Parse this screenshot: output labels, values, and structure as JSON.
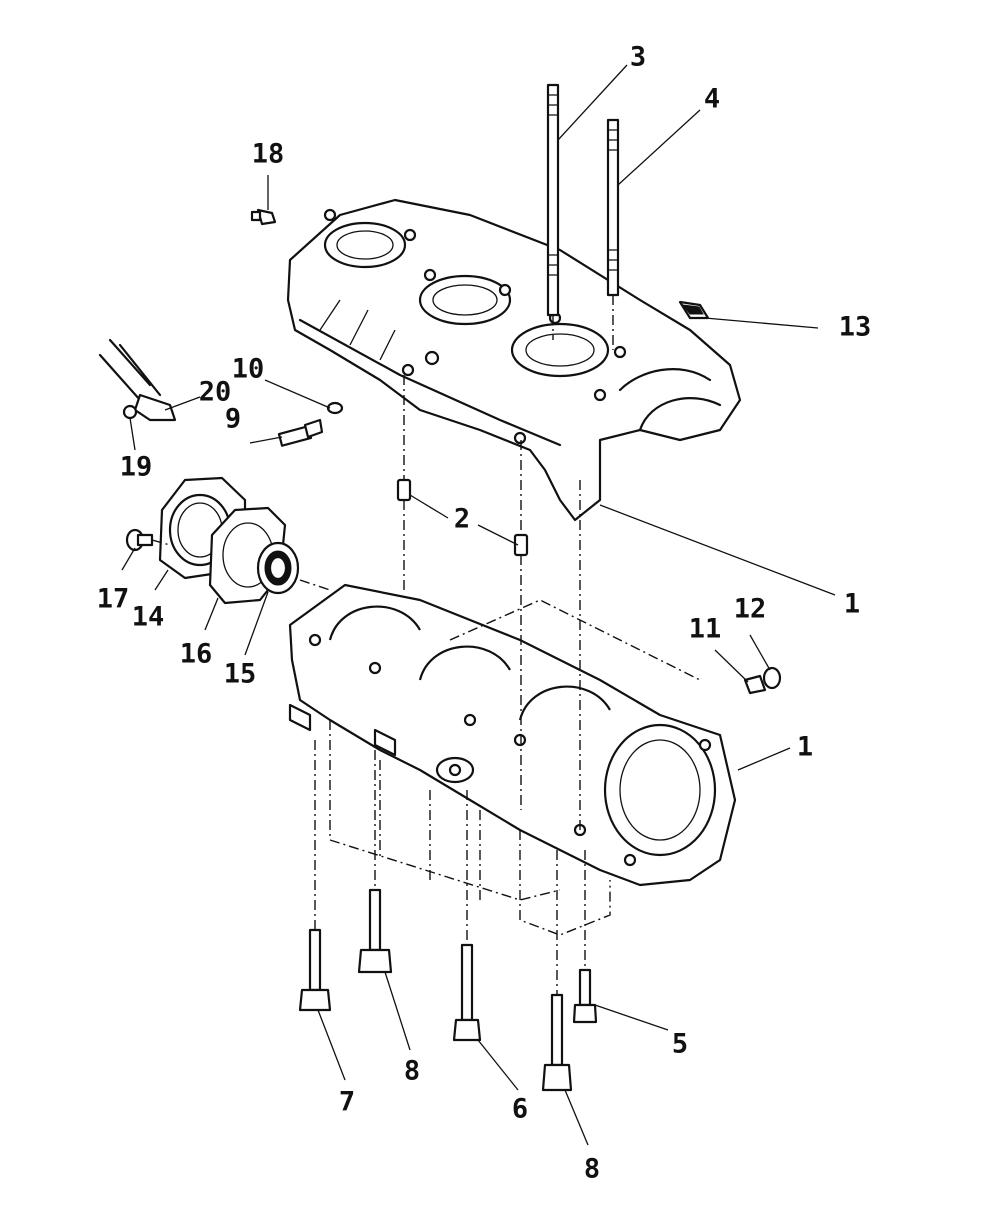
{
  "diagram": {
    "callouts": [
      {
        "id": "c3",
        "label": "3"
      },
      {
        "id": "c4",
        "label": "4"
      },
      {
        "id": "c18",
        "label": "18"
      },
      {
        "id": "c13",
        "label": "13"
      },
      {
        "id": "c10",
        "label": "10"
      },
      {
        "id": "c20",
        "label": "20"
      },
      {
        "id": "c9",
        "label": "9"
      },
      {
        "id": "c19",
        "label": "19"
      },
      {
        "id": "c2",
        "label": "2"
      },
      {
        "id": "c1a",
        "label": "1"
      },
      {
        "id": "c17",
        "label": "17"
      },
      {
        "id": "c14",
        "label": "14"
      },
      {
        "id": "c16",
        "label": "16"
      },
      {
        "id": "c15",
        "label": "15"
      },
      {
        "id": "c11",
        "label": "11"
      },
      {
        "id": "c12",
        "label": "12"
      },
      {
        "id": "c1b",
        "label": "1"
      },
      {
        "id": "c5",
        "label": "5"
      },
      {
        "id": "c7",
        "label": "7"
      },
      {
        "id": "c8a",
        "label": "8"
      },
      {
        "id": "c6",
        "label": "6"
      },
      {
        "id": "c8b",
        "label": "8"
      }
    ]
  }
}
